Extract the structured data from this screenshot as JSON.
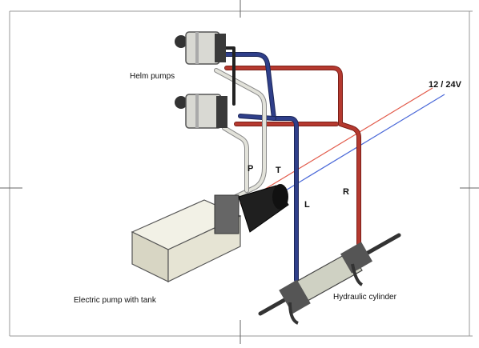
{
  "labels": {
    "helm_pumps": "Helm pumps",
    "voltage": "12 / 24V",
    "pressure_line": "P",
    "tank_line": "T",
    "left_line": "L",
    "right_line": "R",
    "electric_pump": "Electric pump with tank",
    "hydraulic_cylinder": "Hydraulic cylinder"
  },
  "colors": {
    "red_line": "#b5392f",
    "blue_line": "#2f3f8a",
    "white_line": "#d8d8d0",
    "tank_fill": "#e6e4d4",
    "cylinder_fill": "#cfd1c3"
  }
}
